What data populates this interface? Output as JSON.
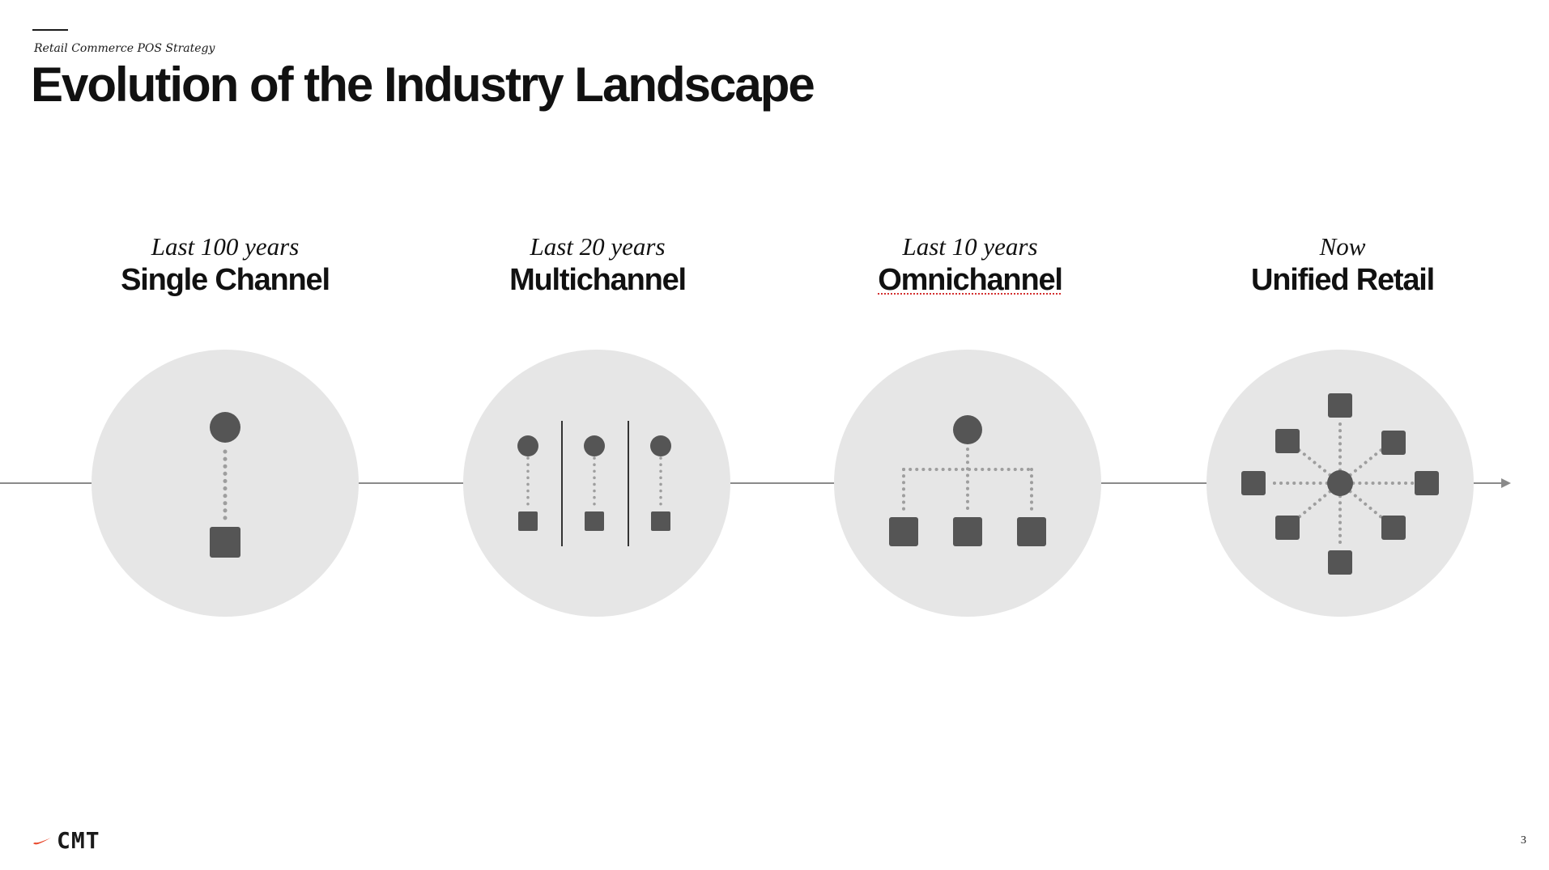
{
  "header": {
    "subtitle": "Retail Commerce POS Strategy",
    "title": "Evolution of the Industry Landscape"
  },
  "stages": [
    {
      "period": "Last 100 years",
      "name": "Single Channel",
      "icon": "single-channel-icon"
    },
    {
      "period": "Last 20 years",
      "name": "Multichannel",
      "icon": "multichannel-icon"
    },
    {
      "period": "Last 10 years",
      "name": "Omnichannel",
      "icon": "omnichannel-icon"
    },
    {
      "period": "Now",
      "name": "Unified Retail",
      "icon": "unified-retail-icon"
    }
  ],
  "footer": {
    "logo_text": "CMT",
    "logo_icon": "swoosh-icon",
    "page_number": "3"
  },
  "colors": {
    "circle_fill": "#e6e6e6",
    "shape_fill": "#555555",
    "connector_dots": "#9e9e9e",
    "timeline": "#8a8a8a",
    "swoosh": "#e8472a"
  }
}
